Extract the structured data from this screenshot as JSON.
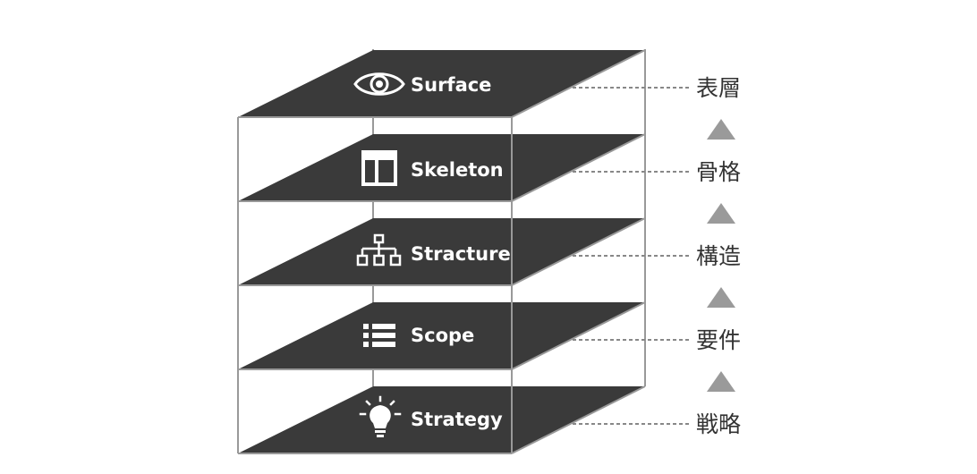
{
  "diagram": {
    "layers": [
      {
        "label": "Surface",
        "icon": "eye-icon",
        "jp": "表層"
      },
      {
        "label": "Skeleton",
        "icon": "layout-icon",
        "jp": "骨格"
      },
      {
        "label": "Stracture",
        "icon": "sitemap-icon",
        "jp": "構造"
      },
      {
        "label": "Scope",
        "icon": "list-icon",
        "jp": "要件"
      },
      {
        "label": "Strategy",
        "icon": "light-bulb-icon",
        "jp": "戦略"
      }
    ],
    "arrow_icon": "triangle-up-icon",
    "colors": {
      "plane": "#3a3a3a",
      "frame": "#999999",
      "arrow": "#9a9a9a",
      "leader": "#888888",
      "jp_text": "#333333",
      "label_text": "#ffffff"
    }
  }
}
